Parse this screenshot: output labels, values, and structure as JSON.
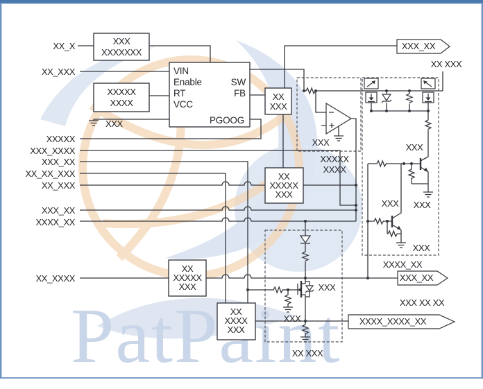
{
  "colors": {
    "top_bar": "#4a79ae",
    "frame": "#6f93c1",
    "wire": "#35363c",
    "watermark_blue": "#d6e0ee",
    "watermark_orange": "#f4d6b6",
    "watermark_text": "#c9d5e8"
  },
  "watermark": {
    "text": "PatPaint"
  },
  "ic": {
    "vin": "VIN",
    "enable": "Enable",
    "rt": "RT",
    "vcc": "VCC",
    "sw": "SW",
    "fb": "FB",
    "pgood": "PGOOG"
  },
  "inputs": {
    "in_top": "XX_X",
    "in_vin": "XX_XXX",
    "gnd_label": "XXX",
    "sig1": "XXXXX",
    "sig2": "XXX_XXXX",
    "sig3": "XXX_XX",
    "sig4": "XX_XX_XXX",
    "sig5": "XX_XXX",
    "sig6": "XXX_XX",
    "sig7": "XXXX_XX",
    "sig8": "XX_XXXX"
  },
  "boxes": {
    "osc": {
      "line1": "XXX",
      "line2": "XXXXXXX"
    },
    "rt": {
      "line1": "XXXXX",
      "line2": "XXXX"
    },
    "swfb": {
      "line1": "XX",
      "line2": "XXX"
    },
    "mid": {
      "line1": "XX",
      "line2": "XXXXX",
      "line3": "XXX"
    },
    "low_left": {
      "line1": "XX",
      "line2": "XXXXX",
      "line3": "XXX"
    },
    "low_mid": {
      "line1": "XX",
      "line2": "XXXX",
      "line3": "XXX"
    }
  },
  "opamp": {
    "label": "XXX",
    "caption1": "XXXXX",
    "caption2": "XXXX"
  },
  "right_block": {
    "input_label": "XX XXX",
    "q1_label": "XXX",
    "q1_gnd_label": "XXX",
    "q2_label": "XXX",
    "q2_gnd_label": "XXX",
    "caption": "XXXX_XX"
  },
  "low_block": {
    "fet_label": "XXX",
    "gnd_label": "XXX",
    "caption": "XX XXX"
  },
  "flags": {
    "top": "XXX_XX",
    "mid": "XXX_XX",
    "bottom": "XXXX_XXXX_XX",
    "bottom_note": "XXX XX XX"
  }
}
